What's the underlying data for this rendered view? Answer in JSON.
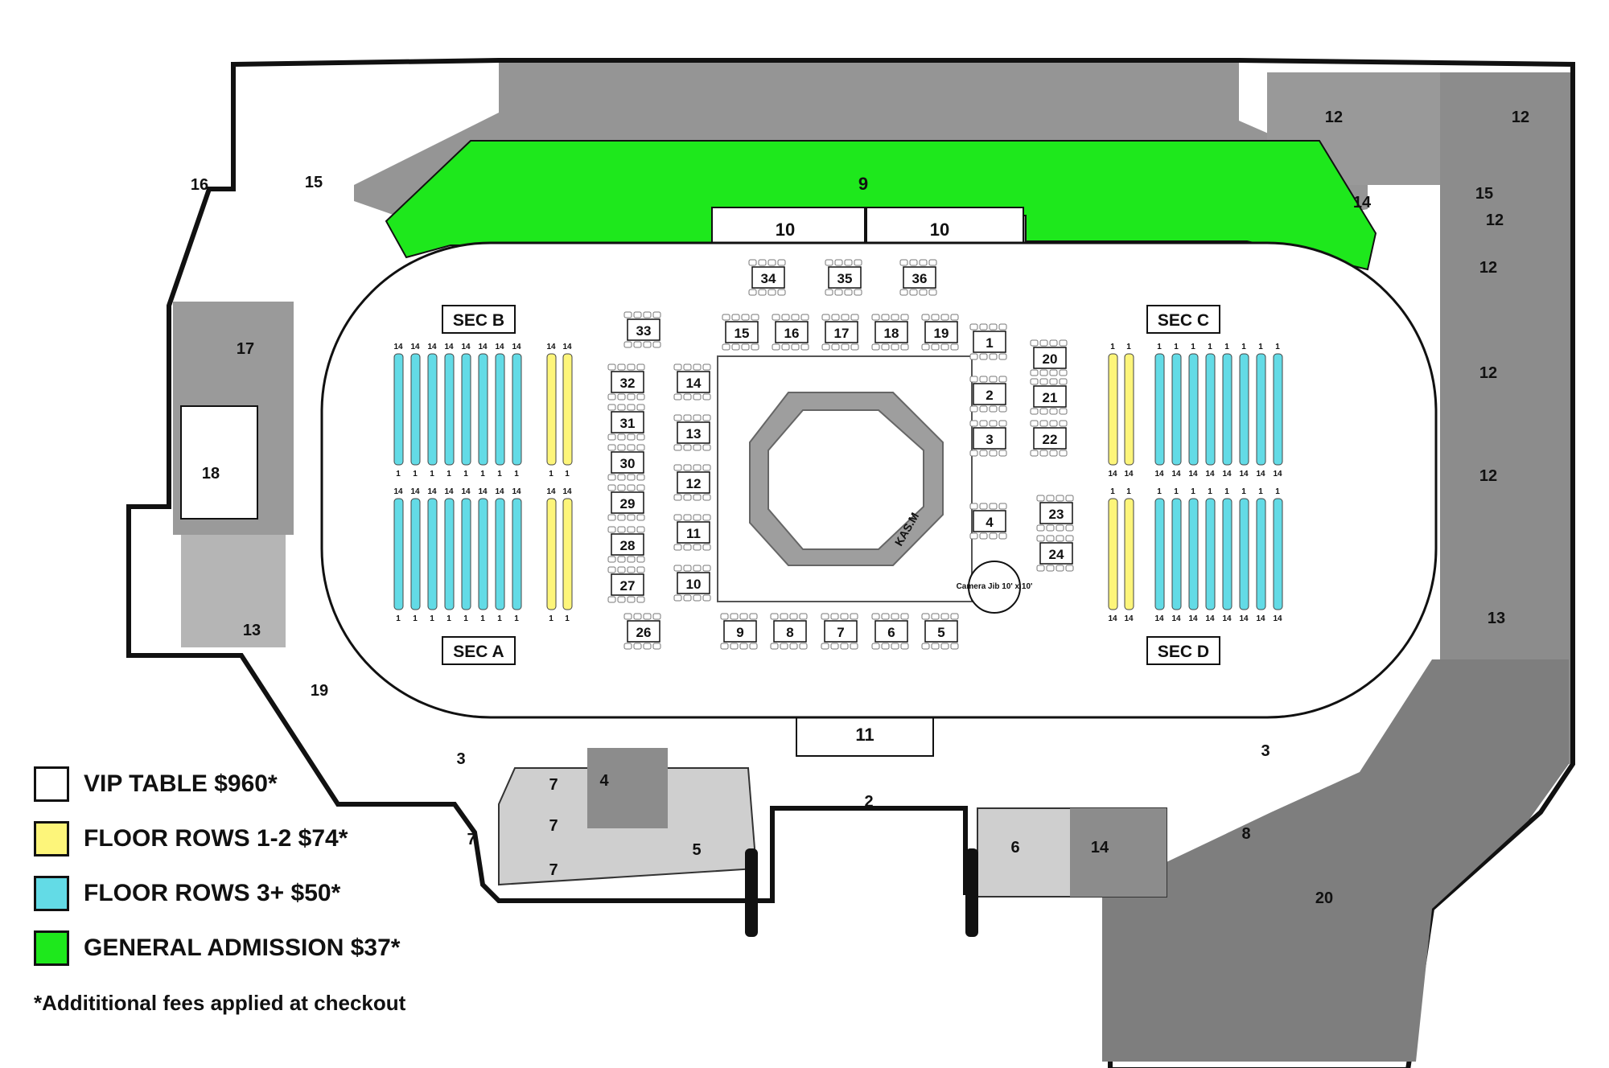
{
  "colors": {
    "vip": "#ffffff",
    "floor_rows_1_2": "#fdf57a",
    "floor_rows_3_plus": "#63dbe6",
    "general_admission": "#1ee81c",
    "building_fill": "#8a8a8a",
    "concourse_fill": "#dcdcdc"
  },
  "venue": {
    "rooms": [
      "16",
      "15",
      "17",
      "18",
      "13",
      "19",
      "3",
      "7",
      "7",
      "7",
      "7",
      "4",
      "5",
      "2",
      "6",
      "14",
      "8",
      "3",
      "20",
      "12",
      "12",
      "12",
      "12",
      "12",
      "12",
      "14",
      "15",
      "13"
    ],
    "general_admission_area": "9",
    "vip_boxes": [
      "10",
      "10",
      "11"
    ],
    "camera": "Camera Jib 10' x 10'",
    "cage_label": "KAS.M"
  },
  "sections": {
    "sec_b": "SEC B",
    "sec_a": "SEC A",
    "sec_c": "SEC C",
    "sec_d": "SEC D",
    "row_label_14": "14",
    "row_label_1": "1"
  },
  "vip_tables": [
    "1",
    "2",
    "3",
    "4",
    "5",
    "6",
    "7",
    "8",
    "9",
    "10",
    "11",
    "12",
    "13",
    "14",
    "15",
    "16",
    "17",
    "18",
    "19",
    "20",
    "21",
    "22",
    "23",
    "24",
    "26",
    "27",
    "28",
    "29",
    "30",
    "31",
    "32",
    "33",
    "34",
    "35",
    "36"
  ],
  "legend": {
    "items": [
      {
        "label": "VIP TABLE $960*",
        "color_key": "vip"
      },
      {
        "label": "FLOOR ROWS 1-2 $74*",
        "color_key": "floor_rows_1_2"
      },
      {
        "label": "FLOOR ROWS 3+ $50*",
        "color_key": "floor_rows_3_plus"
      },
      {
        "label": "GENERAL ADMISSION $37*",
        "color_key": "general_admission"
      }
    ],
    "footnote": "*Addititional fees applied at checkout"
  }
}
